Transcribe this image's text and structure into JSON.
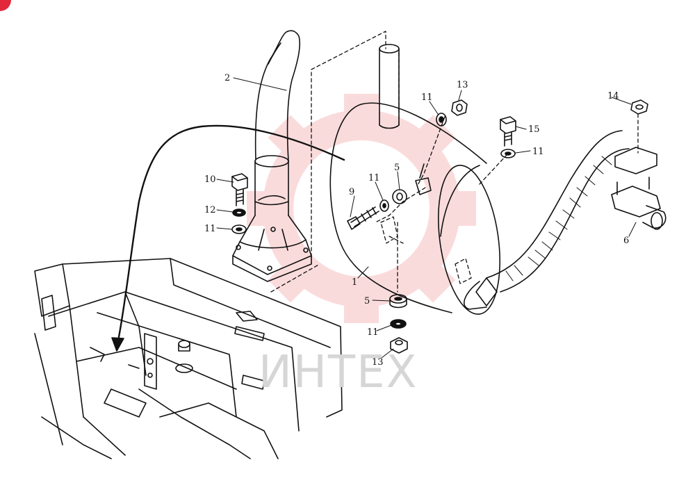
{
  "diagram": {
    "watermark": "ИНТЕХ",
    "colors": {
      "line": "#111111",
      "watermark": "#f5b5b5",
      "badge": "#e2283a"
    },
    "parts": {
      "muffler": "1",
      "exhaust_pipe": "2",
      "bushing_upper": "5",
      "bushing_lower": "5",
      "flange_elbow": "6",
      "bolt_side": "9",
      "bolt_bracket": "10",
      "washer_upper": "11",
      "washer_side": "11",
      "washer_right": "11",
      "washer_bracket": "11",
      "washer_lower": "11",
      "lock_washer": "12",
      "nut_upper": "13",
      "nut_lower": "13",
      "nut_flange": "14",
      "bolt_right": "15"
    }
  }
}
